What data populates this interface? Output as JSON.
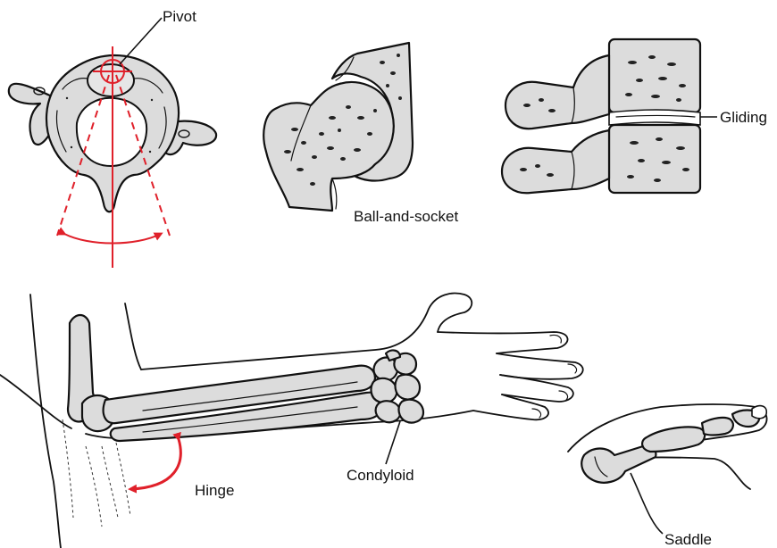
{
  "labels": {
    "pivot": "Pivot",
    "ball_and_socket": "Ball-and-socket",
    "gliding": "Gliding",
    "condyloid": "Condyloid",
    "hinge": "Hinge",
    "saddle": "Saddle"
  },
  "colors": {
    "accent": "#e0202a",
    "bone_fill": "#dcdcdc",
    "ink": "#111111"
  }
}
